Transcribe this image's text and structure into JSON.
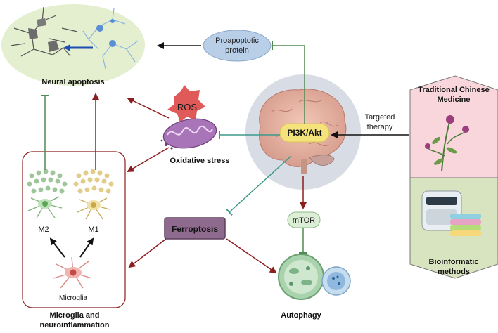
{
  "nodes": {
    "neural_apoptosis": "Neural apoptosis",
    "proapoptotic_line1": "Proapoptotic",
    "proapoptotic_line2": "protein",
    "ros": "ROS",
    "oxidative_stress": "Oxidative stress",
    "pi3k_akt": "PI3K/Akt",
    "targeted_line1": "Targeted",
    "targeted_line2": "therapy",
    "tcm_line1": "Traditional Chinese",
    "tcm_line2": "Medicine",
    "bio_line1": "Bioinformatic",
    "bio_line2": "methods",
    "m2": "M2",
    "m1": "M1",
    "microglia": "Microglia",
    "microglia_title_line1": "Microglia and",
    "microglia_title_line2": "neuroinflammation",
    "ferroptosis": "Ferroptosis",
    "mtor": "mTOR",
    "autophagy": "Autophagy"
  },
  "colors": {
    "activate_arrow": "#8b1e1e",
    "inhibit_line": "#4f8a4f",
    "teal_inhibit": "#3d9a8a",
    "black_arrow": "#111111",
    "apoptosis_bg": "#e3efcf",
    "proapoptotic_fill": "#b9cfe8",
    "pi3k_fill": "#f4e27a",
    "ferroptosis_fill": "#8e6a8e",
    "mtor_fill": "#dcefd6",
    "tcm_bg": "#f8d6dc",
    "bio_bg": "#d8e3bf",
    "ros_fill": "#e05a5a",
    "brain_circle": "#d8dce4"
  },
  "icons": [
    "neuron-cluster-icon",
    "mitochondrion-icon",
    "brain-icon",
    "herb-icon",
    "sequencer-icon",
    "microglia-cell-icon",
    "autophagosome-icon"
  ]
}
